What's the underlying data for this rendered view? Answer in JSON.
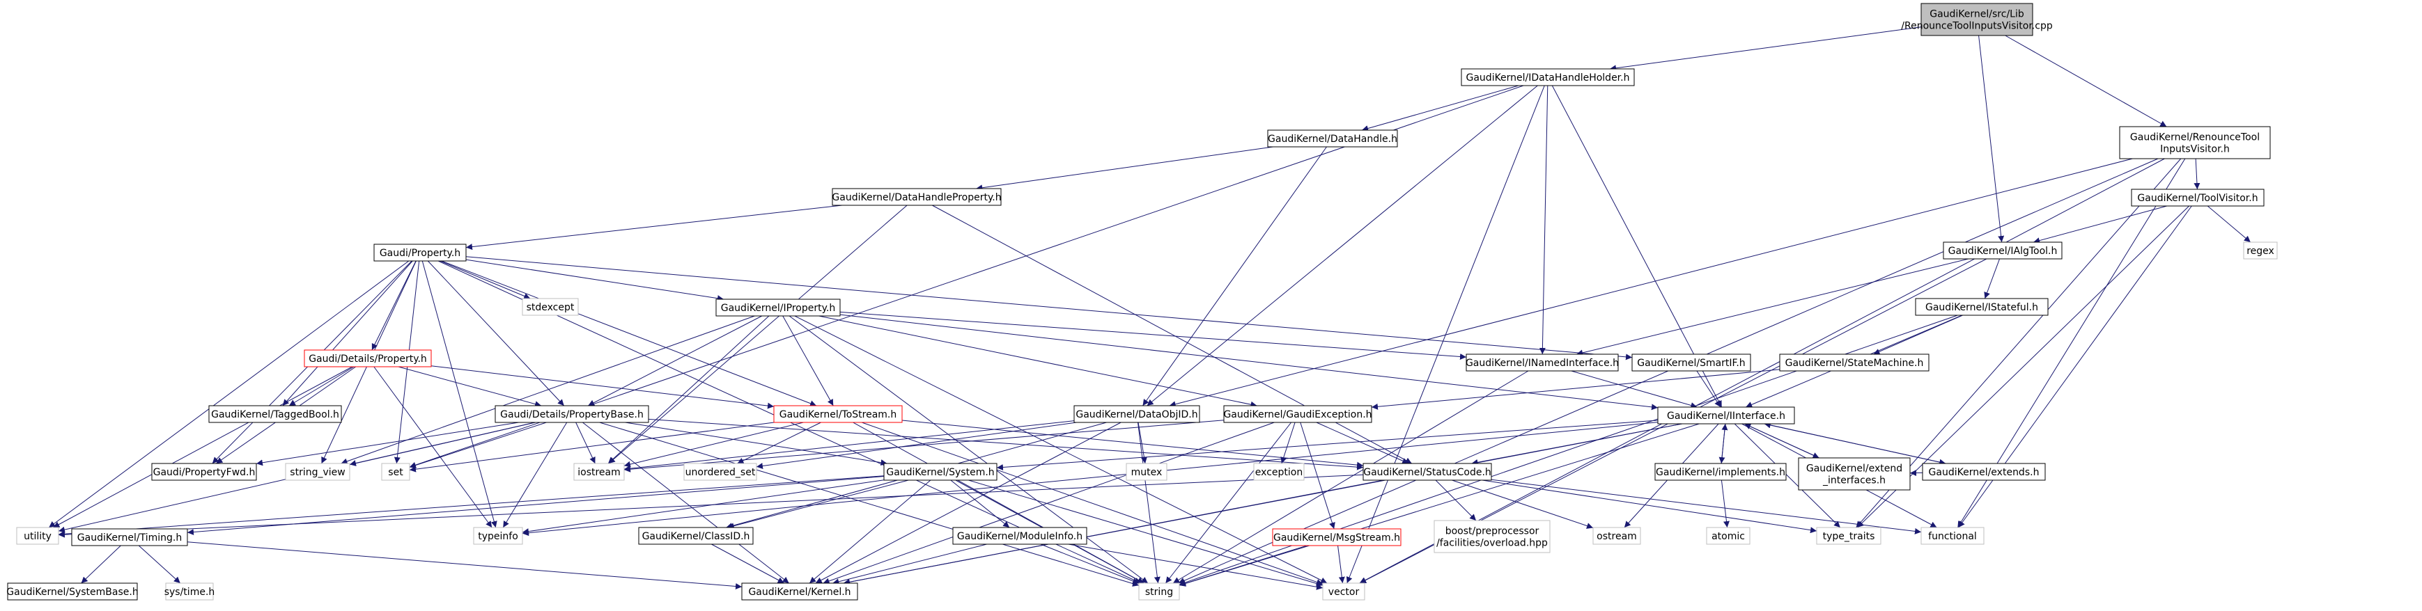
{
  "nodes": [
    {
      "id": "root",
      "lines": [
        "GaudiKernel/src/Lib",
        "/RenounceToolInputsVisitor.cpp"
      ],
      "style": "root"
    },
    {
      "id": "idhh",
      "lines": [
        "GaudiKernel/IDataHandleHolder.h"
      ],
      "style": "normal"
    },
    {
      "id": "rtiv",
      "lines": [
        "GaudiKernel/RenounceTool",
        "InputsVisitor.h"
      ],
      "style": "normal"
    },
    {
      "id": "dh",
      "lines": [
        "GaudiKernel/DataHandle.h"
      ],
      "style": "normal"
    },
    {
      "id": "tv",
      "lines": [
        "GaudiKernel/ToolVisitor.h"
      ],
      "style": "normal"
    },
    {
      "id": "dhp",
      "lines": [
        "GaudiKernel/DataHandleProperty.h"
      ],
      "style": "normal"
    },
    {
      "id": "ialg",
      "lines": [
        "GaudiKernel/IAlgTool.h"
      ],
      "style": "normal"
    },
    {
      "id": "regex",
      "lines": [
        "regex"
      ],
      "style": "external"
    },
    {
      "id": "prop",
      "lines": [
        "Gaudi/Property.h"
      ],
      "style": "normal"
    },
    {
      "id": "stdexcept",
      "lines": [
        "stdexcept"
      ],
      "style": "external"
    },
    {
      "id": "iprop",
      "lines": [
        "GaudiKernel/IProperty.h"
      ],
      "style": "normal"
    },
    {
      "id": "istate",
      "lines": [
        "GaudiKernel/IStateful.h"
      ],
      "style": "normal"
    },
    {
      "id": "dprop",
      "lines": [
        "Gaudi/Details/Property.h"
      ],
      "style": "incomplete"
    },
    {
      "id": "inamed",
      "lines": [
        "GaudiKernel/INamedInterface.h"
      ],
      "style": "normal"
    },
    {
      "id": "smartif",
      "lines": [
        "GaudiKernel/SmartIF.h"
      ],
      "style": "normal"
    },
    {
      "id": "statem",
      "lines": [
        "GaudiKernel/StateMachine.h"
      ],
      "style": "normal"
    },
    {
      "id": "tagbool",
      "lines": [
        "GaudiKernel/TaggedBool.h"
      ],
      "style": "normal"
    },
    {
      "id": "dpropbase",
      "lines": [
        "Gaudi/Details/PropertyBase.h"
      ],
      "style": "normal"
    },
    {
      "id": "tostream",
      "lines": [
        "GaudiKernel/ToStream.h"
      ],
      "style": "incomplete"
    },
    {
      "id": "dataobjid",
      "lines": [
        "GaudiKernel/DataObjID.h"
      ],
      "style": "normal"
    },
    {
      "id": "gexc",
      "lines": [
        "GaudiKernel/GaudiException.h"
      ],
      "style": "normal"
    },
    {
      "id": "iiface",
      "lines": [
        "GaudiKernel/IInterface.h"
      ],
      "style": "normal"
    },
    {
      "id": "propfwd",
      "lines": [
        "Gaudi/PropertyFwd.h"
      ],
      "style": "normal"
    },
    {
      "id": "stringview",
      "lines": [
        "string_view"
      ],
      "style": "external"
    },
    {
      "id": "set",
      "lines": [
        "set"
      ],
      "style": "external"
    },
    {
      "id": "iostream",
      "lines": [
        "iostream"
      ],
      "style": "external"
    },
    {
      "id": "uset",
      "lines": [
        "unordered_set"
      ],
      "style": "external"
    },
    {
      "id": "system",
      "lines": [
        "GaudiKernel/System.h"
      ],
      "style": "normal"
    },
    {
      "id": "mutex",
      "lines": [
        "mutex"
      ],
      "style": "external"
    },
    {
      "id": "exception",
      "lines": [
        "exception"
      ],
      "style": "external"
    },
    {
      "id": "statuscode",
      "lines": [
        "GaudiKernel/StatusCode.h"
      ],
      "style": "normal"
    },
    {
      "id": "impl",
      "lines": [
        "GaudiKernel/implements.h"
      ],
      "style": "normal"
    },
    {
      "id": "extif",
      "lines": [
        "GaudiKernel/extend",
        "_interfaces.h"
      ],
      "style": "normal"
    },
    {
      "id": "extends",
      "lines": [
        "GaudiKernel/extends.h"
      ],
      "style": "normal"
    },
    {
      "id": "utility",
      "lines": [
        "utility"
      ],
      "style": "external"
    },
    {
      "id": "timing",
      "lines": [
        "GaudiKernel/Timing.h"
      ],
      "style": "normal"
    },
    {
      "id": "typeinfo",
      "lines": [
        "typeinfo"
      ],
      "style": "external"
    },
    {
      "id": "classid",
      "lines": [
        "GaudiKernel/ClassID.h"
      ],
      "style": "normal"
    },
    {
      "id": "modinfo",
      "lines": [
        "GaudiKernel/ModuleInfo.h"
      ],
      "style": "normal"
    },
    {
      "id": "boost",
      "lines": [
        "boost/preprocessor",
        "/facilities/overload.hpp"
      ],
      "style": "external"
    },
    {
      "id": "ostream",
      "lines": [
        "ostream"
      ],
      "style": "external"
    },
    {
      "id": "msgstream",
      "lines": [
        "GaudiKernel/MsgStream.h"
      ],
      "style": "incomplete"
    },
    {
      "id": "atomic",
      "lines": [
        "atomic"
      ],
      "style": "external"
    },
    {
      "id": "typetraits",
      "lines": [
        "type_traits"
      ],
      "style": "external"
    },
    {
      "id": "functional",
      "lines": [
        "functional"
      ],
      "style": "external"
    },
    {
      "id": "sysbase",
      "lines": [
        "GaudiKernel/SystemBase.h"
      ],
      "style": "normal"
    },
    {
      "id": "systime",
      "lines": [
        "sys/time.h"
      ],
      "style": "external"
    },
    {
      "id": "kernel",
      "lines": [
        "GaudiKernel/Kernel.h"
      ],
      "style": "normal"
    },
    {
      "id": "string",
      "lines": [
        "string"
      ],
      "style": "external"
    },
    {
      "id": "vector",
      "lines": [
        "vector"
      ],
      "style": "external"
    }
  ],
  "edges": [
    [
      "root",
      "idhh"
    ],
    [
      "root",
      "rtiv"
    ],
    [
      "root",
      "ialg"
    ],
    [
      "idhh",
      "dh"
    ],
    [
      "idhh",
      "dataobjid"
    ],
    [
      "idhh",
      "inamed"
    ],
    [
      "idhh",
      "iiface"
    ],
    [
      "idhh",
      "set"
    ],
    [
      "idhh",
      "vector"
    ],
    [
      "rtiv",
      "tv"
    ],
    [
      "rtiv",
      "dataobjid"
    ],
    [
      "rtiv",
      "typetraits"
    ],
    [
      "rtiv",
      "functional"
    ],
    [
      "rtiv",
      "string"
    ],
    [
      "rtiv",
      "vector"
    ],
    [
      "dh",
      "dhp"
    ],
    [
      "dh",
      "dataobjid"
    ],
    [
      "dhp",
      "prop"
    ],
    [
      "dhp",
      "iostream"
    ],
    [
      "dhp",
      "statuscode"
    ],
    [
      "tv",
      "ialg"
    ],
    [
      "tv",
      "regex"
    ],
    [
      "tv",
      "typetraits"
    ],
    [
      "tv",
      "functional"
    ],
    [
      "ialg",
      "inamed"
    ],
    [
      "ialg",
      "istate"
    ],
    [
      "ialg",
      "vector"
    ],
    [
      "prop",
      "stdexcept"
    ],
    [
      "prop",
      "iprop"
    ],
    [
      "prop",
      "dprop"
    ],
    [
      "prop",
      "tagbool"
    ],
    [
      "prop",
      "dpropbase"
    ],
    [
      "prop",
      "tostream"
    ],
    [
      "prop",
      "propfwd"
    ],
    [
      "prop",
      "stringview"
    ],
    [
      "prop",
      "set"
    ],
    [
      "prop",
      "utility"
    ],
    [
      "prop",
      "smartif"
    ],
    [
      "prop",
      "string"
    ],
    [
      "prop",
      "typeinfo"
    ],
    [
      "iprop",
      "dpropbase"
    ],
    [
      "iprop",
      "tostream"
    ],
    [
      "iprop",
      "inamed"
    ],
    [
      "iprop",
      "iiface"
    ],
    [
      "iprop",
      "gexc"
    ],
    [
      "iprop",
      "iostream"
    ],
    [
      "iprop",
      "stringview"
    ],
    [
      "iprop",
      "vector"
    ],
    [
      "iprop",
      "string"
    ],
    [
      "istate",
      "statem"
    ],
    [
      "istate",
      "iiface"
    ],
    [
      "istate",
      "string"
    ],
    [
      "dprop",
      "tagbool"
    ],
    [
      "dprop",
      "dpropbase"
    ],
    [
      "dprop",
      "tostream"
    ],
    [
      "dprop",
      "propfwd"
    ],
    [
      "dprop",
      "utility"
    ],
    [
      "dprop",
      "typeinfo"
    ],
    [
      "inamed",
      "iiface"
    ],
    [
      "inamed",
      "string"
    ],
    [
      "smartif",
      "iiface"
    ],
    [
      "statem",
      "gexc"
    ],
    [
      "dpropbase",
      "propfwd"
    ],
    [
      "dpropbase",
      "stringview"
    ],
    [
      "dpropbase",
      "set"
    ],
    [
      "dpropbase",
      "iostream"
    ],
    [
      "dpropbase",
      "system"
    ],
    [
      "dpropbase",
      "statuscode"
    ],
    [
      "dpropbase",
      "utility"
    ],
    [
      "dpropbase",
      "typeinfo"
    ],
    [
      "dpropbase",
      "kernel"
    ],
    [
      "dpropbase",
      "string"
    ],
    [
      "tostream",
      "iostream"
    ],
    [
      "tostream",
      "uset"
    ],
    [
      "tostream",
      "statuscode"
    ],
    [
      "tostream",
      "set"
    ],
    [
      "tostream",
      "string"
    ],
    [
      "tostream",
      "vector"
    ],
    [
      "dataobjid",
      "iostream"
    ],
    [
      "dataobjid",
      "uset"
    ],
    [
      "dataobjid",
      "mutex"
    ],
    [
      "dataobjid",
      "classid"
    ],
    [
      "dataobjid",
      "string"
    ],
    [
      "dataobjid",
      "kernel"
    ],
    [
      "gexc",
      "exception"
    ],
    [
      "gexc",
      "statuscode"
    ],
    [
      "gexc",
      "msgstream"
    ],
    [
      "gexc",
      "iostream"
    ],
    [
      "gexc",
      "string"
    ],
    [
      "gexc",
      "kernel"
    ],
    [
      "iiface",
      "impl"
    ],
    [
      "iiface",
      "extif"
    ],
    [
      "iiface",
      "extends"
    ],
    [
      "iiface",
      "statuscode"
    ],
    [
      "iiface",
      "system"
    ],
    [
      "iiface",
      "ostream"
    ],
    [
      "iiface",
      "typetraits"
    ],
    [
      "iiface",
      "functional"
    ],
    [
      "iiface",
      "typeinfo"
    ],
    [
      "iiface",
      "kernel"
    ],
    [
      "iiface",
      "string"
    ],
    [
      "system",
      "timing"
    ],
    [
      "system",
      "classid"
    ],
    [
      "system",
      "modinfo"
    ],
    [
      "system",
      "typeinfo"
    ],
    [
      "system",
      "utility"
    ],
    [
      "system",
      "kernel"
    ],
    [
      "system",
      "string"
    ],
    [
      "system",
      "vector"
    ],
    [
      "statuscode",
      "boost"
    ],
    [
      "statuscode",
      "ostream"
    ],
    [
      "statuscode",
      "typetraits"
    ],
    [
      "statuscode",
      "functional"
    ],
    [
      "statuscode",
      "utility"
    ],
    [
      "statuscode",
      "kernel"
    ],
    [
      "impl",
      "iiface"
    ],
    [
      "impl",
      "atomic"
    ],
    [
      "extif",
      "iiface"
    ],
    [
      "extends",
      "iiface"
    ],
    [
      "extends",
      "extif"
    ],
    [
      "timing",
      "sysbase"
    ],
    [
      "timing",
      "systime"
    ],
    [
      "timing",
      "kernel"
    ],
    [
      "classid",
      "kernel"
    ],
    [
      "modinfo",
      "kernel"
    ],
    [
      "modinfo",
      "string"
    ],
    [
      "modinfo",
      "vector"
    ],
    [
      "msgstream",
      "string"
    ],
    [
      "msgstream",
      "vector"
    ]
  ]
}
